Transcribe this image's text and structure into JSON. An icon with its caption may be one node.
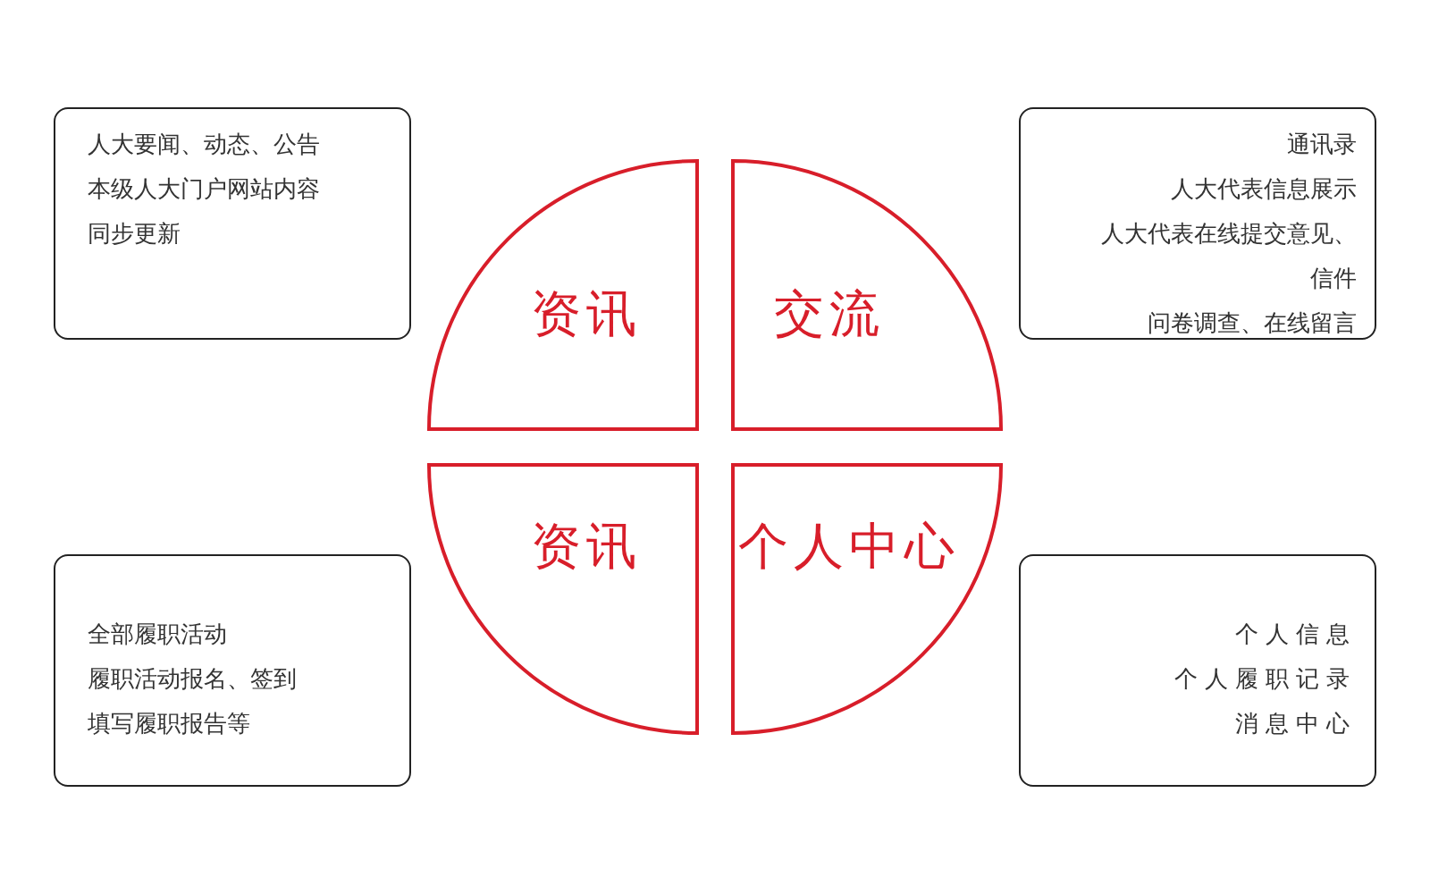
{
  "diagram": {
    "nodes": [
      {
        "text": [
          "人大要闻、动态、公告",
          "本级人大门户网站内容同步更新"
        ]
      },
      {
        "text": [
          "资讯"
        ]
      },
      {
        "text": [
          "交流"
        ]
      },
      {
        "text": [
          "通讯录",
          "人大代表信息展示",
          "人大代表在线提交意见、信件",
          "问卷调查、在线留言"
        ]
      },
      {
        "text": [
          "全部履职活动",
          "履职活动报名、签到",
          "填写履职报告等"
        ]
      },
      {
        "text": [
          "资讯"
        ]
      },
      {
        "text": [
          "个人中心"
        ]
      },
      {
        "text": [
          "个人信息",
          "个人履职记录",
          "消息中心"
        ]
      }
    ]
  }
}
